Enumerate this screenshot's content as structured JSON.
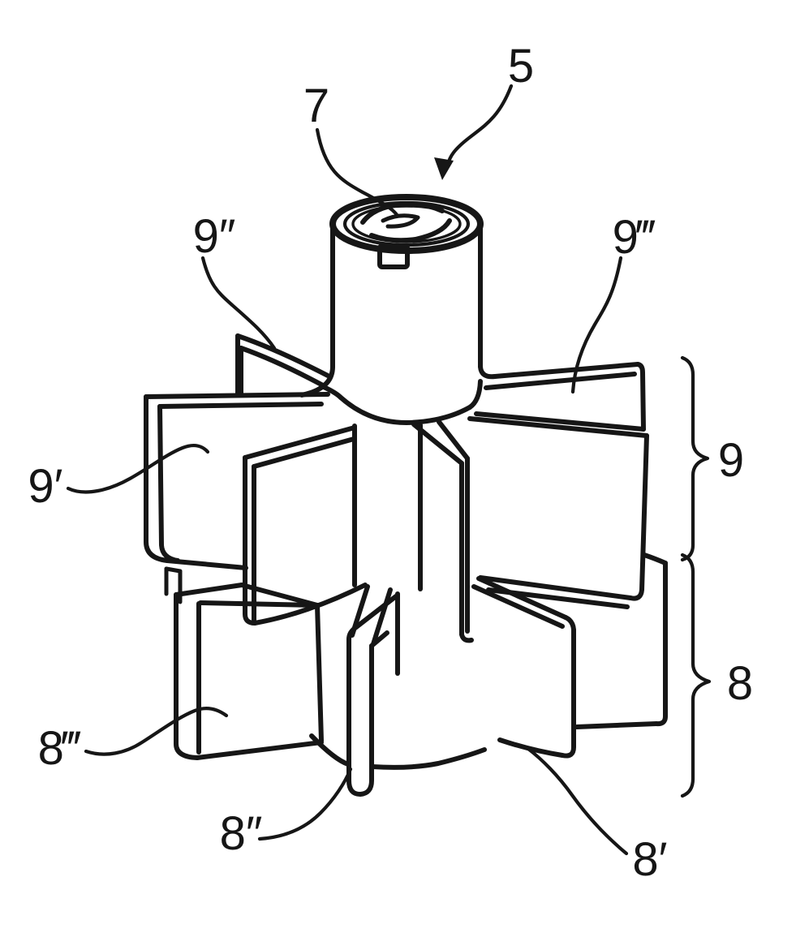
{
  "page": {
    "background": "#ffffff",
    "ink": "#161616"
  },
  "figure": {
    "kind": "patent-style line drawing",
    "subject": "Two-tier bladed mixer element with cylindrical hub on top",
    "upper_tier_reference": "9",
    "lower_tier_reference": "8"
  },
  "labels": {
    "ref5": {
      "text": "5",
      "points_to": "cylindrical hub (arrow)"
    },
    "ref7": {
      "text": "7",
      "points_to": "hub top face detail"
    },
    "ref9": {
      "text": "9",
      "points_to": "upper blade tier (brace)"
    },
    "ref9p": {
      "text": "9′",
      "points_to": "upper left blade"
    },
    "ref9pp": {
      "text": "9″",
      "points_to": "upper back-left blade"
    },
    "ref9ppp": {
      "text": "9‴",
      "points_to": "upper right blade"
    },
    "ref8": {
      "text": "8",
      "points_to": "lower blade tier (brace)"
    },
    "ref8p": {
      "text": "8′",
      "points_to": "lower right blade"
    },
    "ref8pp": {
      "text": "8″",
      "points_to": "lower front blade"
    },
    "ref8ppp": {
      "text": "8‴",
      "points_to": "lower left blade"
    }
  }
}
